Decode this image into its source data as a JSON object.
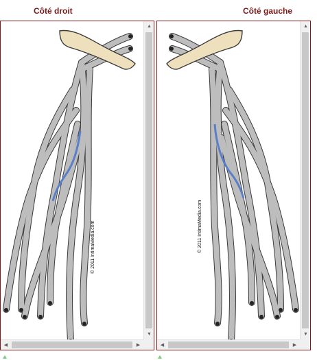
{
  "titles": {
    "right_side": "Côté droit",
    "left_side": "Côté gauche"
  },
  "panels": {
    "right": {
      "copyright": "© 2011 IntimaMedia.com"
    },
    "left": {
      "copyright": "© 2011 IntimaMedia.com"
    }
  },
  "colors": {
    "accent_title": "#7a1a1a",
    "vessel_fill": "#bdbdbd",
    "vessel_outline": "#3a3a3a",
    "vein_highlight": "#5a7fc8",
    "ligament": "#efe0bd"
  },
  "icons": {
    "scroll_up": "▲",
    "scroll_down": "▼",
    "scroll_left": "◀",
    "scroll_right": "▶"
  }
}
